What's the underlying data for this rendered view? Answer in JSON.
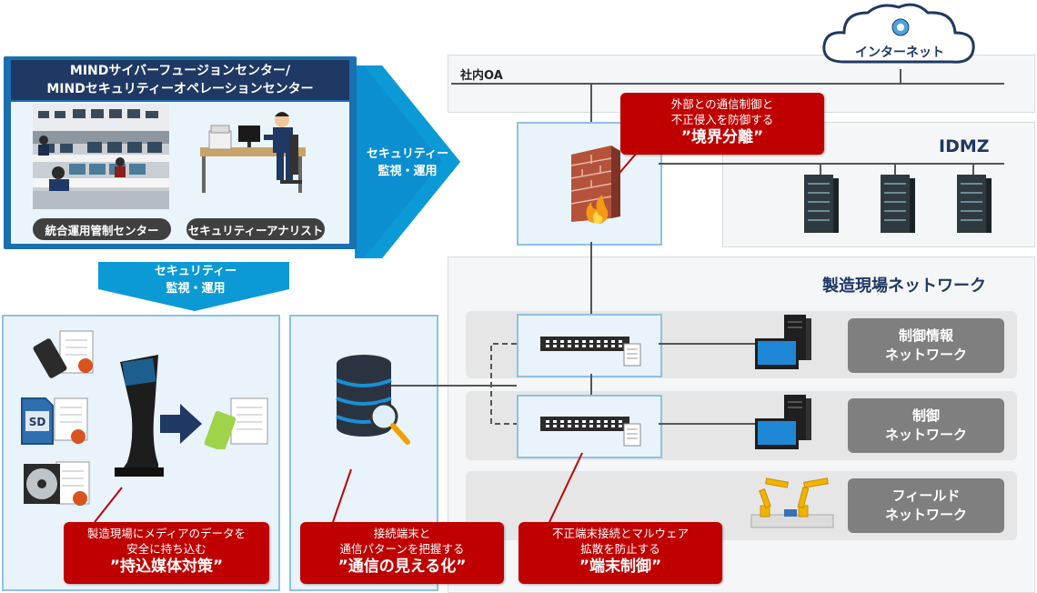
{
  "soc": {
    "title_line1": "MINDサイバーフュージョンセンター/",
    "title_line2": "MINDセキュリティーオペレーションセンター",
    "center_label": "統合運用管制センター",
    "analyst_label": "セキュリティーアナリスト"
  },
  "arrows": {
    "right_line1": "セキュリティー",
    "right_line2": "監視・運用",
    "down_line1": "セキュリティー",
    "down_line2": "監視・運用"
  },
  "internet": {
    "label": "インターネット"
  },
  "oa": {
    "label": "社内OA"
  },
  "idmz": {
    "label": "IDMZ"
  },
  "factory": {
    "label": "製造現場ネットワーク"
  },
  "networks": [
    {
      "line1": "制御情報",
      "line2": "ネットワーク"
    },
    {
      "line1": "制御",
      "line2": "ネットワーク"
    },
    {
      "line1": "フィールド",
      "line2": "ネットワーク"
    }
  ],
  "callouts": {
    "boundary": {
      "line1": "外部との通信制御と",
      "line2": "不正侵入を防御する",
      "title": "”境界分離”"
    },
    "media": {
      "line1": "製造現場にメディアのデータを",
      "line2": "安全に持ち込む",
      "title": "”持込媒体対策”"
    },
    "visual": {
      "line1": "接続端末と",
      "line2": "通信パターンを把握する",
      "title": "”通信の見える化”"
    },
    "endpoint": {
      "line1": "不正端末接続とマルウェア",
      "line2": "拡散を防止する",
      "title": "”端末制御”"
    }
  },
  "icons": {
    "sd_label": "SD"
  },
  "colors": {
    "navy": "#1f3864",
    "blue": "#0b9ad6",
    "red": "#c00000",
    "label_grey": "#7f7f7f"
  }
}
